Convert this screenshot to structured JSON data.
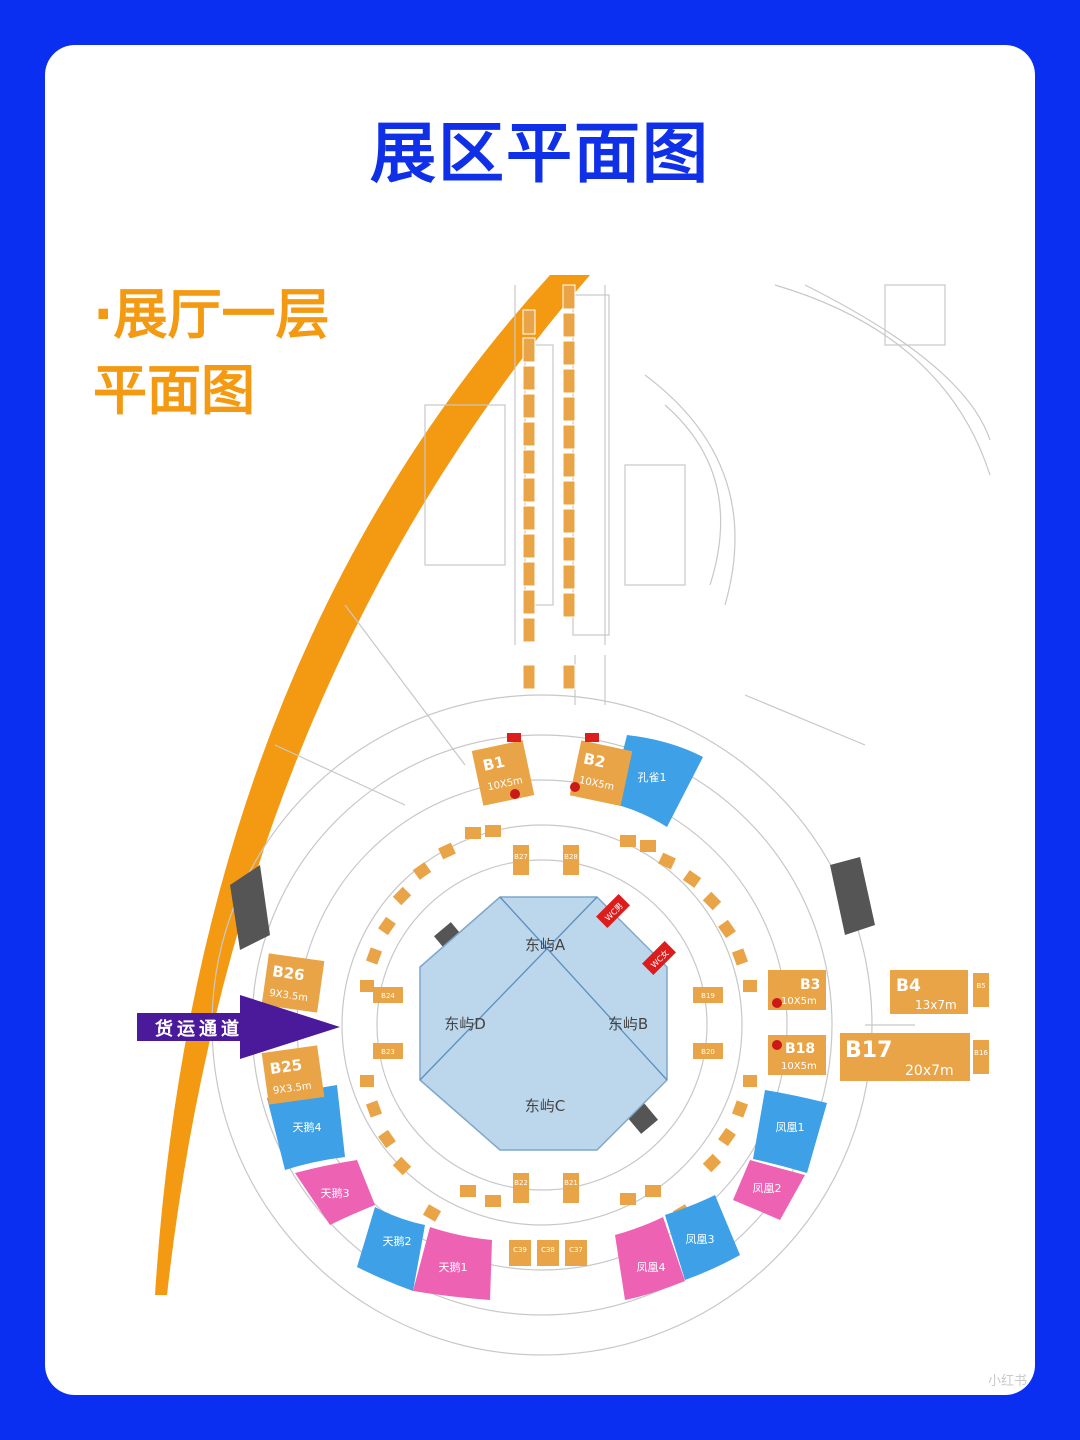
{
  "header": {
    "title": "展区平面图"
  },
  "floor": {
    "label_prefix": "·",
    "line1": "展厅一层",
    "line2": "平面图"
  },
  "colors": {
    "page_bg": "#0a2ff0",
    "title": "#1030e8",
    "accent_orange": "#f39a12",
    "booth": "#e9a447",
    "blue_zone": "#3ea0e6",
    "pink_zone": "#ee62b4",
    "center": "#bcd6ec",
    "arrow": "#4b1a9b",
    "wc": "#dd1c1c"
  },
  "map": {
    "center_zones": [
      "东屿A",
      "东屿B",
      "东屿C",
      "东屿D"
    ],
    "blue_zones": [
      "孔雀1",
      "天鹅4",
      "天鹅2",
      "凤凰1",
      "凤凰3"
    ],
    "pink_zones": [
      "天鹅3",
      "天鹅1",
      "凤凰2",
      "凤凰4"
    ],
    "big_booths": [
      {
        "id": "B1",
        "size": "10X5m"
      },
      {
        "id": "B2",
        "size": "10X5m"
      },
      {
        "id": "B26",
        "size": "9X3.5m"
      },
      {
        "id": "B25",
        "size": "9X3.5m"
      },
      {
        "id": "B3",
        "size": "10X5m"
      },
      {
        "id": "B18",
        "size": "10X5m"
      },
      {
        "id": "B4",
        "size": "13x7m"
      },
      {
        "id": "B17",
        "size": "20x7m"
      }
    ],
    "small_booths": [
      "B27",
      "B28",
      "B24",
      "B23",
      "B19",
      "B20",
      "B22",
      "B21",
      "C39",
      "C38",
      "C37",
      "B5",
      "B16"
    ],
    "wc": [
      "WC男",
      "WC女"
    ],
    "cargo_passage": "货运通道"
  },
  "watermark": "小红书"
}
